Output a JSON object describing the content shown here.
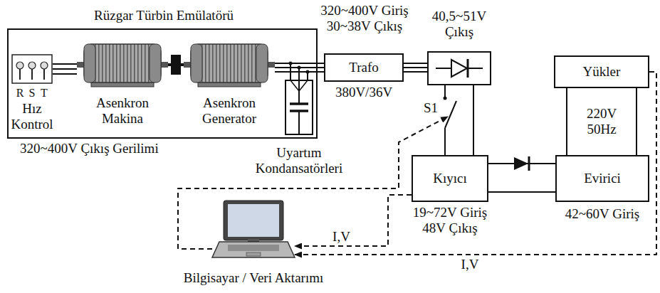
{
  "diagram": {
    "nodes": [
      {
        "text": [
          "Rüzgar Türbin Emülatörü"
        ]
      },
      {
        "text": [
          "R",
          "S",
          "T",
          "Hız Kontrol"
        ],
        "in": 0
      },
      {
        "text": [
          "Asenkron Makina"
        ],
        "in": 0
      },
      {
        "text": [
          "Asenkron Generator"
        ],
        "in": 0
      },
      {
        "text": [
          "Uyartım Kondansatörleri"
        ],
        "in": 0
      },
      {
        "text": [
          "Trafo"
        ]
      },
      {
        "text": [
          "40,5~51V Çıkış"
        ]
      },
      {
        "text": [
          "Kıyıcı"
        ]
      },
      {
        "text": [
          "Evirici"
        ]
      },
      {
        "text": [
          "Yükler"
        ]
      },
      {
        "text": [
          "Bilgisayar / Veri Aktarımı"
        ]
      }
    ],
    "edges": [
      {
        "from": 1,
        "to": 2,
        "arrow": "none"
      },
      {
        "from": 2,
        "to": 3,
        "arrow": "none"
      },
      {
        "from": 3,
        "to": 4,
        "arrow": "none"
      },
      {
        "from": 0,
        "to": 5,
        "arrow": "none"
      },
      {
        "from": 5,
        "to": 6,
        "arrow": "none"
      },
      {
        "from": 6,
        "to": 7,
        "label": "S1",
        "arrow": "none"
      },
      {
        "from": 7,
        "to": 8,
        "arrow": "none"
      },
      {
        "from": 8,
        "to": 9,
        "label": "220V 50Hz",
        "arrow": "none"
      },
      {
        "from": 7,
        "to": 10,
        "label": "I,V",
        "arrow": "to"
      },
      {
        "from": 9,
        "to": 10,
        "label": "I,V",
        "arrow": "to"
      }
    ],
    "labels": [
      "320~400V Çıkış Gerilimi",
      "320~400V Giriş 30~38V Çıkış",
      "380V/36V",
      "19~72V Giriş 48V Çıkış",
      "42~60V Giriş"
    ]
  }
}
